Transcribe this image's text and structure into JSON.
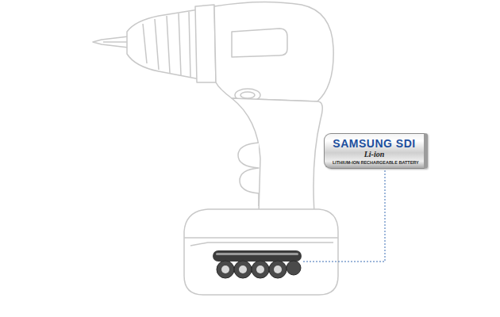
{
  "diagram": {
    "nodes": [
      {
        "text": [
          "SAMSUNG SDI",
          "Li-ion",
          "LITHIUM-ION RECHARGEABLE BATTERY"
        ]
      }
    ]
  }
}
